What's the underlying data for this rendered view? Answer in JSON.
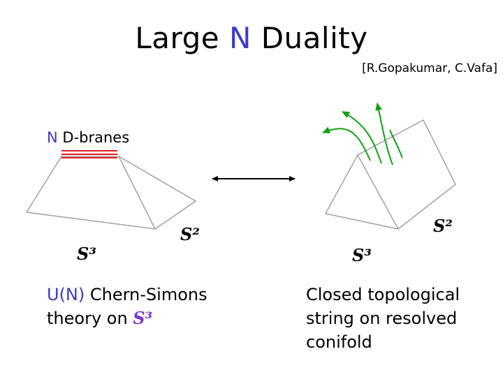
{
  "title": {
    "prefix": "Large ",
    "accent": "N",
    "suffix": " Duality"
  },
  "citation": "[R.Gopakumar, C.Vafa]",
  "left_diagram": {
    "label_accent": "N",
    "label_rest": " D-branes",
    "s2_label": "S²",
    "s3_label": "S³"
  },
  "right_diagram": {
    "s2_label": "S²",
    "s3_label": "S³"
  },
  "caption_left": {
    "accent": "U(N)",
    "line1_rest": " Chern-Simons",
    "line2": "theory on ",
    "math": "S³"
  },
  "caption_right": {
    "line1": "Closed topological",
    "line2": "string on resolved",
    "line3": "conifold"
  },
  "colors": {
    "accent": "#3a3acc",
    "brane": "#e02020",
    "arrows": "#12a012",
    "math": "#7a38c8",
    "outline": "#a0a0a0"
  }
}
